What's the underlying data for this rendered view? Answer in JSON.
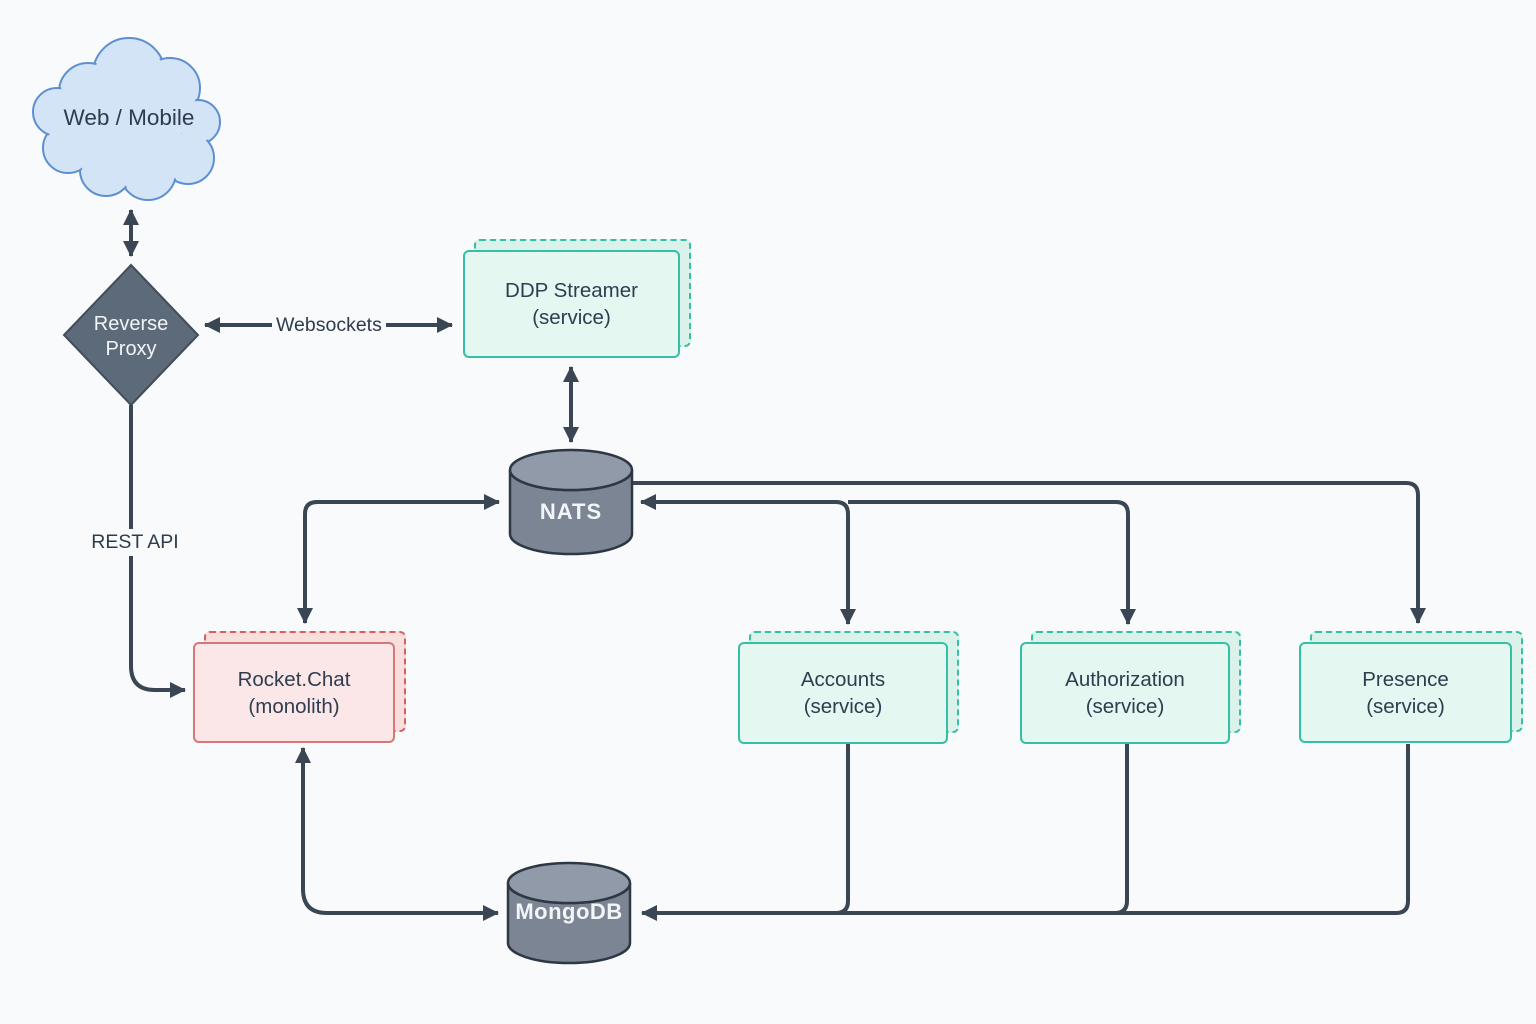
{
  "diagram": {
    "nodes": {
      "web_mobile": {
        "label": "Web / Mobile",
        "shape": "cloud"
      },
      "reverse_proxy": {
        "label": "Reverse Proxy",
        "shape": "diamond"
      },
      "ddp_streamer": {
        "label": "DDP Streamer",
        "sublabel": "(service)",
        "shape": "stacked-box",
        "kind": "service"
      },
      "rocket_chat": {
        "label": "Rocket.Chat",
        "sublabel": "(monolith)",
        "shape": "stacked-box",
        "kind": "monolith"
      },
      "nats": {
        "label": "NATS",
        "shape": "cylinder"
      },
      "mongodb": {
        "label": "MongoDB",
        "shape": "cylinder"
      },
      "accounts": {
        "label": "Accounts",
        "sublabel": "(service)",
        "shape": "stacked-box",
        "kind": "service"
      },
      "authorization": {
        "label": "Authorization",
        "sublabel": "(service)",
        "shape": "stacked-box",
        "kind": "service"
      },
      "presence": {
        "label": "Presence",
        "sublabel": "(service)",
        "shape": "stacked-box",
        "kind": "service"
      }
    },
    "edge_labels": {
      "websockets": "Websockets",
      "rest_api": "REST API"
    },
    "edges": [
      {
        "from": "web_mobile",
        "to": "reverse_proxy",
        "bidirectional": true
      },
      {
        "from": "reverse_proxy",
        "to": "ddp_streamer",
        "bidirectional": true,
        "label": "Websockets"
      },
      {
        "from": "ddp_streamer",
        "to": "nats",
        "bidirectional": true
      },
      {
        "from": "reverse_proxy",
        "to": "rocket_chat",
        "bidirectional": false,
        "label": "REST API"
      },
      {
        "from": "rocket_chat",
        "to": "nats",
        "bidirectional": true
      },
      {
        "from": "nats",
        "to": "accounts",
        "bidirectional": true
      },
      {
        "from": "nats",
        "to": "authorization",
        "bidirectional": false
      },
      {
        "from": "nats",
        "to": "presence",
        "bidirectional": false
      },
      {
        "from": "rocket_chat",
        "to": "mongodb",
        "bidirectional": true
      },
      {
        "from": "accounts",
        "to": "mongodb",
        "bidirectional": false
      },
      {
        "from": "authorization",
        "to": "mongodb",
        "bidirectional": false
      },
      {
        "from": "presence",
        "to": "mongodb",
        "bidirectional": false
      }
    ],
    "colors": {
      "background": "#f8fafb",
      "connector": "#3a4653",
      "cloud_fill": "#d4e4f7",
      "cloud_stroke": "#5e8fd0",
      "diamond_fill": "#5c6a7a",
      "diamond_stroke": "#414d5a",
      "service_fill": "#e4f7f1",
      "service_stroke": "#35bfa6",
      "monolith_fill": "#fbe7e7",
      "monolith_stroke": "#d47878",
      "cylinder_body": "#7b8593",
      "cylinder_top": "#909aa8",
      "cylinder_stroke": "#2e3845",
      "text_dark": "#2f3d4f",
      "text_light": "#f3f6f8"
    }
  }
}
